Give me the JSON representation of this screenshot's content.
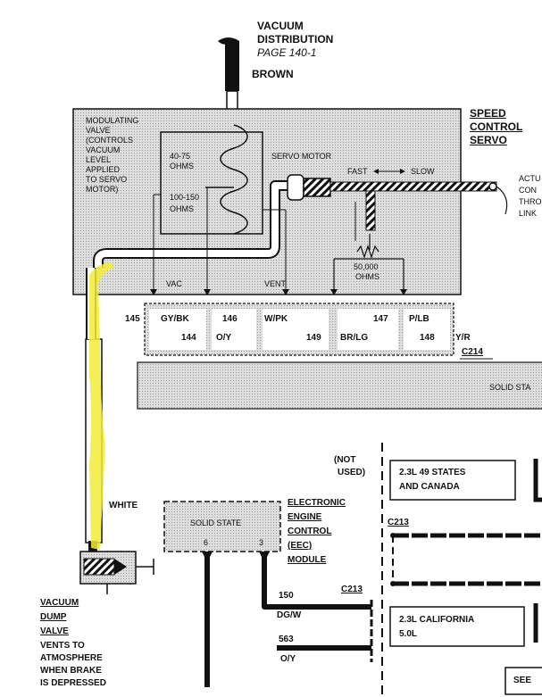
{
  "top": {
    "vacuum_distribution": "VACUUM",
    "distribution": "DISTRIBUTION",
    "page_ref": "PAGE 140-1",
    "brown": "BROWN"
  },
  "speed_control": [
    "SPEED",
    "CONTROL",
    "SERVO"
  ],
  "modulating": [
    "MODULATING",
    "VALVE",
    "(CONTROLS",
    "VACUUM",
    "LEVEL",
    "APPLIED",
    "TO SERVO",
    "MOTOR)"
  ],
  "ohms": {
    "r1a": "40-75",
    "r1b": "OHMS",
    "r2a": "100-150",
    "r2b": "OHMS",
    "r3a": "50,000",
    "r3b": "OHMS"
  },
  "servo": {
    "motor": "SERVO MOTOR",
    "fast": "FAST",
    "slow": "SLOW"
  },
  "actuator_partial": [
    "ACTU",
    "CON",
    "THRO",
    "LINK"
  ],
  "pins": {
    "vac": "VAC",
    "vent": "VENT"
  },
  "connector": {
    "c145": "145",
    "gybk": "GY/BK",
    "c144": "144",
    "oy": "O/Y",
    "c146": "146",
    "wpk": "W/PK",
    "c149": "149",
    "brlg": "BR/LG",
    "c147": "147",
    "plb": "P/LB",
    "c148": "148",
    "yr": "Y/R",
    "c214": "C214"
  },
  "solid_state_right": "SOLID STA",
  "white": "WHITE",
  "eec": {
    "solid_state": "SOLID STATE",
    "pin6": "6",
    "pin3": "3",
    "lines": [
      "ELECTRONIC",
      "ENGINE",
      "CONTROL",
      "(EEC)",
      "MODULE"
    ]
  },
  "not_used": [
    "(NOT",
    "USED)"
  ],
  "box1": [
    "2.3L 49 STATES",
    "AND CANADA"
  ],
  "box2": [
    "2.3L CALIFORNIA",
    "5.0L"
  ],
  "c213a": "C213",
  "c213b": "C213",
  "w150": "150",
  "dgw": "DG/W",
  "w563": "563",
  "oy2": "O/Y",
  "dump": [
    "VACUUM",
    "DUMP",
    "VALVE",
    "VENTS TO",
    "ATMOSPHERE",
    "WHEN BRAKE",
    "IS DEPRESSED"
  ],
  "see": "SEE",
  "colors": {
    "highlight": "#f2ec3a",
    "shade": "#cfcfcf",
    "wire": "#111111"
  }
}
